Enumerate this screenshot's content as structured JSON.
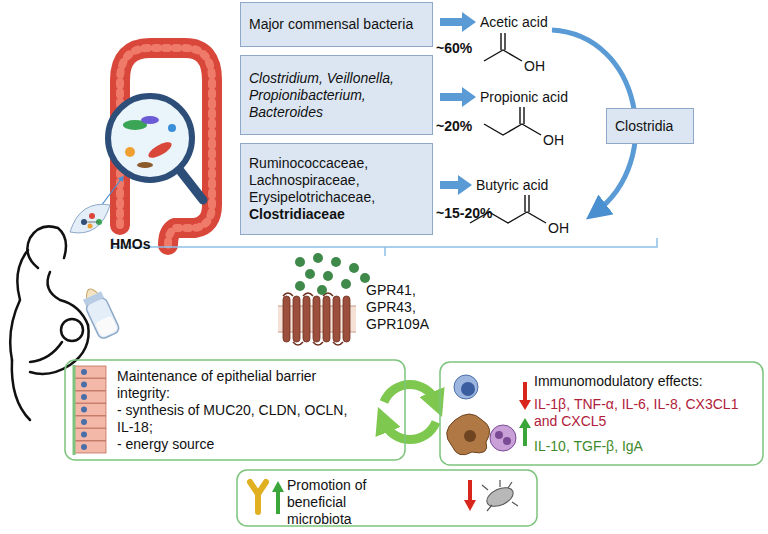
{
  "diagram": {
    "nodes": [
      {
        "text": [
          "Major commensal bacteria"
        ]
      },
      {
        "text": [
          "Clostridium, Veillonella, Propionibacterium, Bacteroides"
        ]
      },
      {
        "text": [
          "Ruminococcaceae, Lachnospiraceae, Erysipelotrichaceae,",
          "Clostridiaceae"
        ]
      },
      {
        "text": [
          "Clostridia"
        ]
      },
      {
        "text": [
          "Maintenance of epithelial barrier integrity:",
          "- synthesis of MUC20, CLDN, OCLN, IL-18;",
          "- energy source"
        ]
      },
      {
        "text": [
          "Immunomodulatory effects:",
          "IL-1β, TNF-α, IL-6, IL-8, CX3CL1 and CXCL5",
          "IL-10, TGF-β, IgA"
        ]
      },
      {
        "text": [
          "Promotion of beneficial microbiota"
        ]
      }
    ],
    "labels": [
      "HMOs",
      "Acetic acid",
      "~60%",
      "OH",
      "Propionic acid",
      "~20%",
      "OH",
      "Butyric acid",
      "~15-20%",
      "OH",
      "GPR41, GPR43, GPR109A"
    ]
  }
}
